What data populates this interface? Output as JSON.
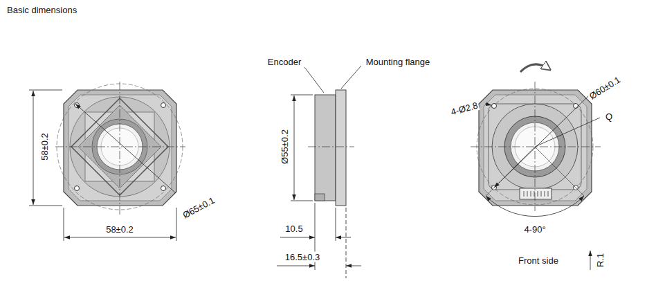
{
  "diagram": {
    "title": "Basic dimensions",
    "labels": [
      "58±0.2",
      "58±0.2",
      "Ø65±0.1",
      "Encoder",
      "Mounting flange",
      "Ø55±0.2",
      "10.5",
      "16.5±0.3",
      "4-Ø2.8",
      "Ø60±0.1",
      "Q",
      "4-90°",
      "Front side",
      "R.1"
    ]
  }
}
